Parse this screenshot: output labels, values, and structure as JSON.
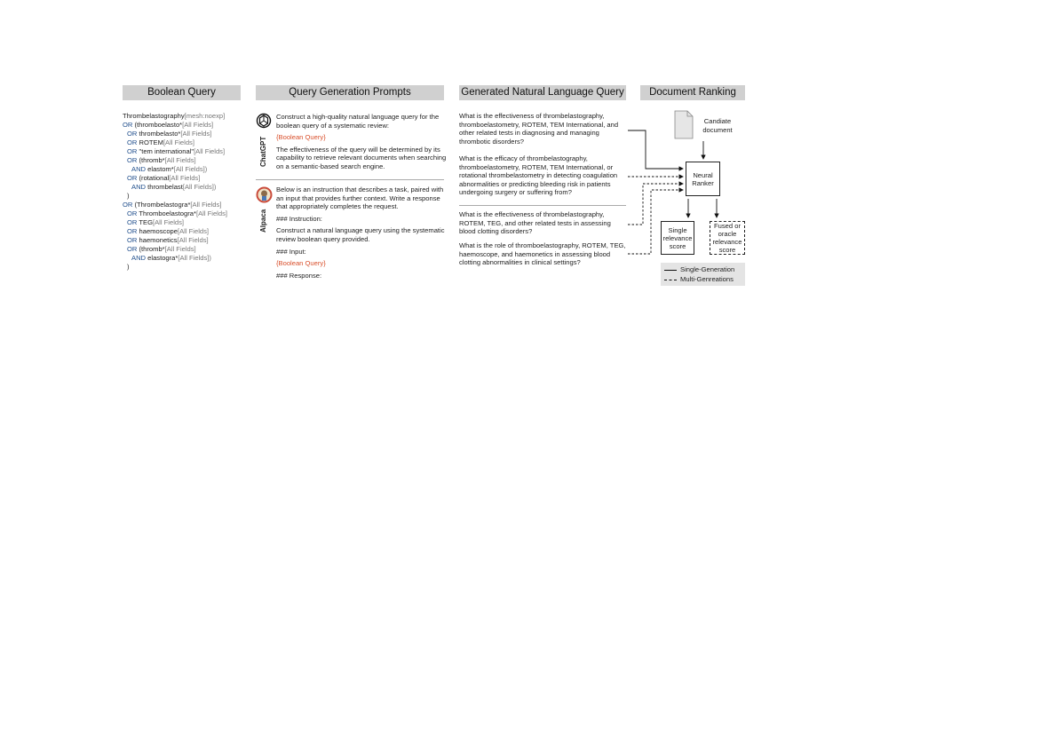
{
  "headers": {
    "boolean": "Boolean Query",
    "prompts": "Query Generation Prompts",
    "nlq": "Generated Natural Language Query",
    "ranking": "Document Ranking"
  },
  "boolean_query": [
    {
      "text": "Thrombelastography",
      "field": "[mesh:noexp]",
      "op": "",
      "indent": 0
    },
    {
      "text": "(thromboelasto*",
      "field": "[All Fields]",
      "op": "OR ",
      "indent": 0
    },
    {
      "text": "thrombelasto*",
      "field": "[All Fields]",
      "op": "OR ",
      "indent": 1
    },
    {
      "text": "ROTEM",
      "field": "[All Fields]",
      "op": "OR ",
      "indent": 1
    },
    {
      "text": "\"tem international\"",
      "field": "[All Fields]",
      "op": "OR ",
      "indent": 1
    },
    {
      "text": "(thromb*",
      "field": "[All Fields]",
      "op": "OR ",
      "indent": 1
    },
    {
      "text": "elastom*",
      "field": "[All Fields])",
      "op": "AND ",
      "indent": 2
    },
    {
      "text": "(rotational",
      "field": "[All Fields]",
      "op": "OR ",
      "indent": 1
    },
    {
      "text": "thrombelast",
      "field": "[All Fields])",
      "op": "AND ",
      "indent": 2
    },
    {
      "text": ")",
      "field": "",
      "op": "",
      "indent": 1
    },
    {
      "text": "(Thrombelastogra*",
      "field": "[All Fields]",
      "op": "OR ",
      "indent": 0
    },
    {
      "text": "Thromboelastogra*",
      "field": "[All Fields]",
      "op": "OR ",
      "indent": 1
    },
    {
      "text": "TEG",
      "field": "[All Fields]",
      "op": "OR ",
      "indent": 1
    },
    {
      "text": "haemoscope",
      "field": "[All Fields]",
      "op": "OR ",
      "indent": 1
    },
    {
      "text": "haemonetics",
      "field": "[All Fields]",
      "op": "OR ",
      "indent": 1
    },
    {
      "text": "(thromb*",
      "field": "[All Fields]",
      "op": "OR ",
      "indent": 1
    },
    {
      "text": "elastogra*",
      "field": "[All Fields])",
      "op": "AND ",
      "indent": 2
    },
    {
      "text": ")",
      "field": "",
      "op": "",
      "indent": 1
    }
  ],
  "chatgpt": {
    "label": "ChatGPT",
    "line1": "Construct a high-quality natural language query for the boolean query of a systematic review:",
    "placeholder": "{Boolean Query}",
    "line2": "The effectiveness of the query will be determined by its capability to retrieve relevant documents when searching on a semantic-based search engine."
  },
  "alpaca": {
    "label": "Alpaca",
    "line1": "Below is an instruction that describes a task, paired with an input that provides further context. Write a response that appropriately completes the request.",
    "instruction": "### Instruction:",
    "line2": "Construct a natural language query using the systematic review boolean query provided.",
    "input": "### Input:",
    "placeholder": "{Boolean Query}",
    "response": "### Response:"
  },
  "nl_queries": {
    "q1": "What is the effectiveness of thrombelastography, thromboelastometry, ROTEM, TEM International, and other related tests in diagnosing and managing thrombotic disorders?",
    "q2": "What is the efficacy of thrombelastography, thromboelastometry, ROTEM, TEM International, or rotational thrombelastometry in detecting coagulation abnormalities or predicting bleeding risk in patients undergoing surgery or suffering from?",
    "q3": "What is the effectiveness of thrombelastography, ROTEM, TEG, and other related tests in assessing blood clotting disorders?",
    "q4": "What is the role of thromboelastography, ROTEM, TEG, haemoscope, and haemonetics in assessing blood clotting abnormalities in clinical settings?"
  },
  "ranking": {
    "document": "Candiate document",
    "ranker": "Neural Ranker",
    "single": "Single relevance score",
    "fused": "Fused or oracle relevance score",
    "legend_single": "Single-Generation",
    "legend_multi": "Multi-Genreations"
  }
}
